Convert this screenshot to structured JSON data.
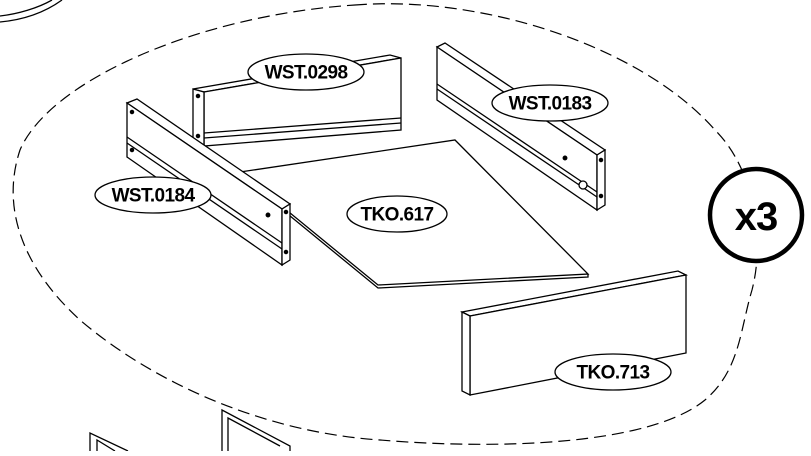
{
  "diagram": {
    "quantity": "x3",
    "parts": [
      {
        "id": "rail-back",
        "code": "WST.0298"
      },
      {
        "id": "rail-right",
        "code": "WST.0183"
      },
      {
        "id": "rail-left",
        "code": "WST.0184"
      },
      {
        "id": "bottom-panel",
        "code": "TKO.617"
      },
      {
        "id": "front-panel",
        "code": "TKO.713"
      }
    ]
  },
  "colors": {
    "line": "#000000",
    "background": "#ffffff"
  }
}
